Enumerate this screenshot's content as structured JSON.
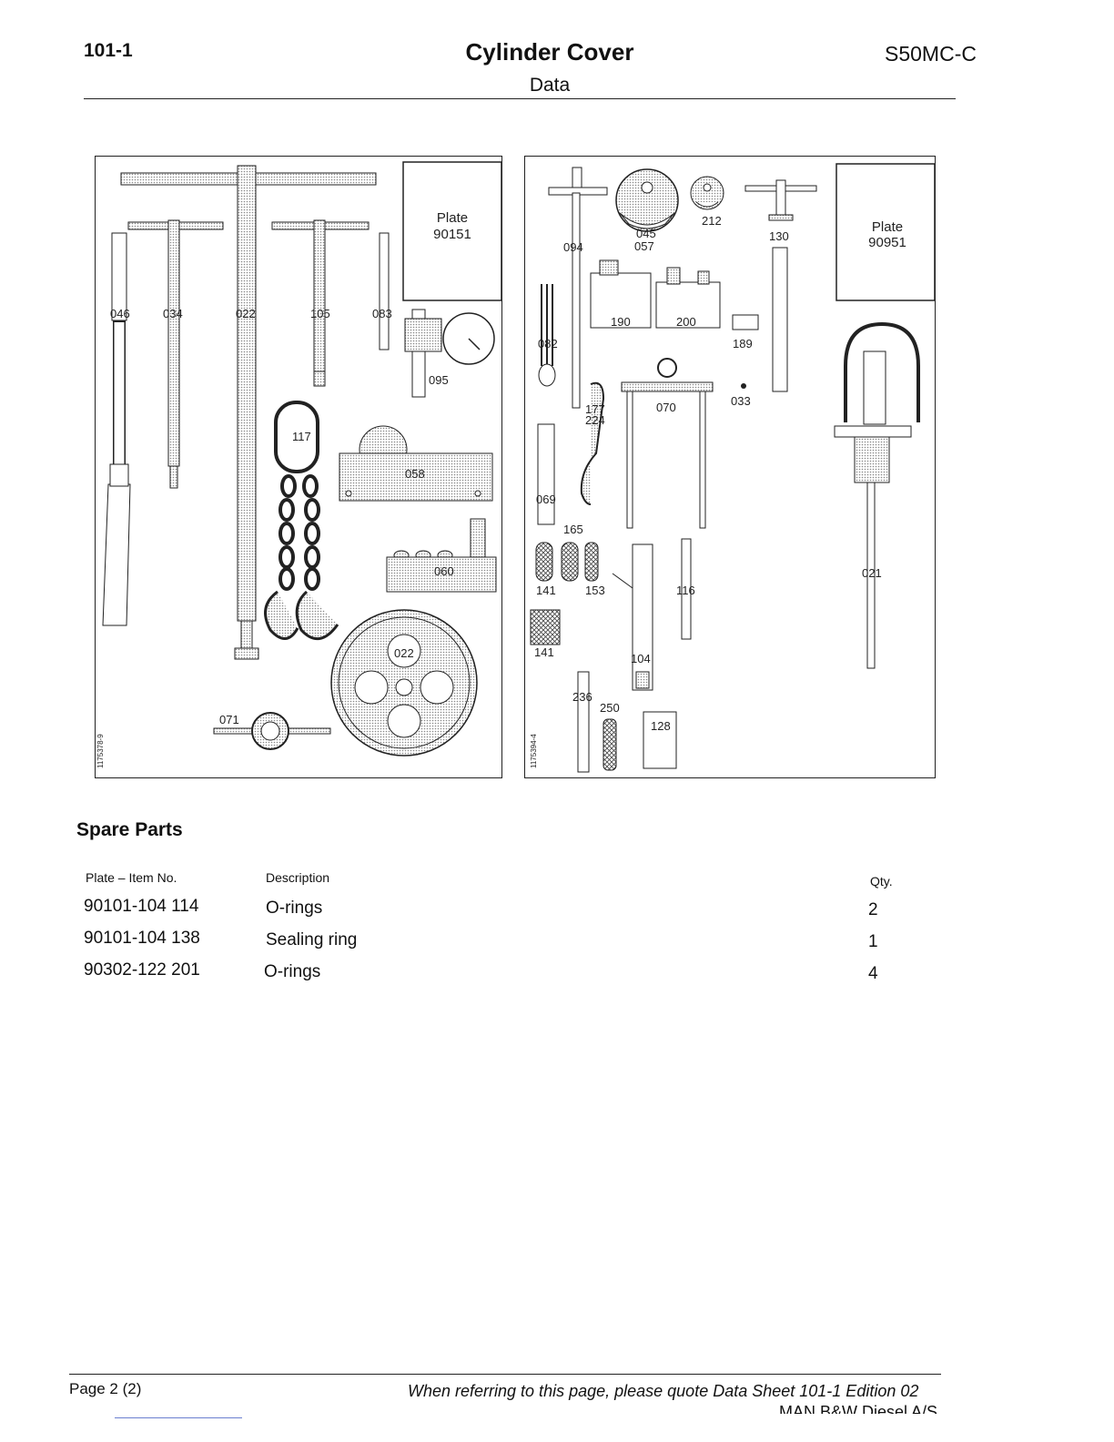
{
  "header": {
    "section_number": "101-1",
    "title": "Cylinder Cover",
    "subtitle": "Data",
    "engine_type": "S50MC-C"
  },
  "figures": {
    "left_panel": {
      "plate_label": "Plate",
      "plate_number": "90151",
      "drawing_ref": "1175378-9",
      "item_labels": [
        "046",
        "034",
        "022",
        "105",
        "083",
        "095",
        "117",
        "058",
        "060",
        "022",
        "071"
      ]
    },
    "right_panel": {
      "plate_label": "Plate",
      "plate_number": "90951",
      "drawing_ref": "1175394-4",
      "item_labels": [
        "094",
        "045",
        "057",
        "212",
        "130",
        "190",
        "200",
        "189",
        "082",
        "070",
        "033",
        "177",
        "224",
        "069",
        "165",
        "141",
        "153",
        "116",
        "021",
        "141",
        "104",
        "236",
        "250",
        "128"
      ]
    }
  },
  "spare_parts": {
    "title": "Spare Parts",
    "columns": [
      "Plate – Item No.",
      "Description",
      "Qty."
    ],
    "rows": [
      [
        "90101-104 114",
        "O-rings",
        "2"
      ],
      [
        "90101-104 138",
        "Sealing ring",
        "1"
      ],
      [
        "90302-122 201",
        "O-rings",
        "4"
      ]
    ]
  },
  "footer": {
    "page": "Page 2 (2)",
    "note": "When referring to this page, please quote Data Sheet 101-1 Edition 02",
    "company": "MAN B&W Diesel A/S"
  }
}
